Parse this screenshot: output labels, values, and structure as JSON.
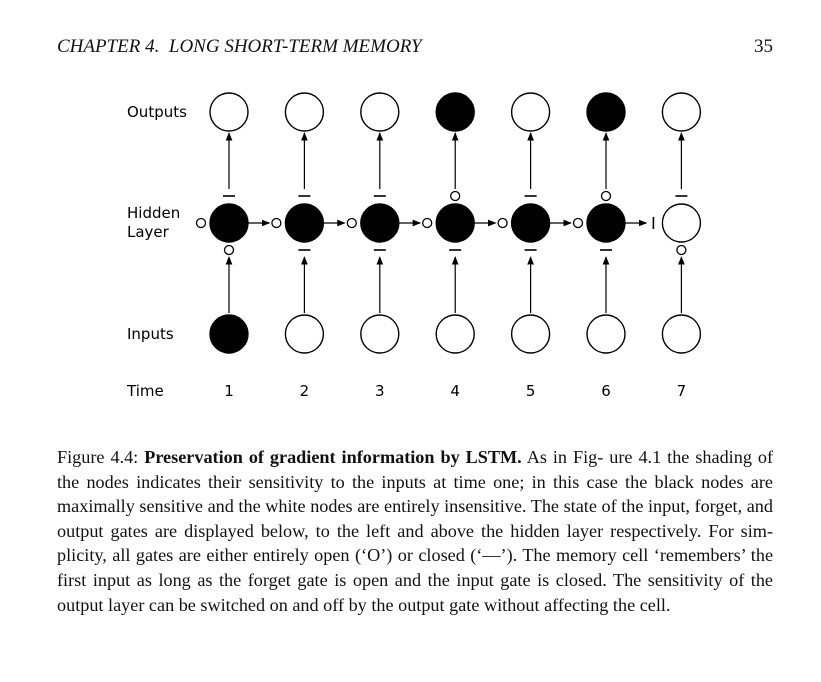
{
  "header": {
    "chapter": "CHAPTER 4.",
    "title": "LONG SHORT-TERM MEMORY",
    "page_number": "35"
  },
  "figure": {
    "row_labels": {
      "outputs": "Outputs",
      "hidden_line1": "Hidden",
      "hidden_line2": "Layer",
      "inputs": "Inputs",
      "time": "Time"
    },
    "gate_symbols": {
      "open": "O",
      "closed": "—"
    },
    "timesteps": [
      {
        "time": "1",
        "output_filled": false,
        "hidden_filled": true,
        "input_filled": true,
        "output_gate": "closed",
        "forget_gate": "open",
        "input_gate": "open"
      },
      {
        "time": "2",
        "output_filled": false,
        "hidden_filled": true,
        "input_filled": false,
        "output_gate": "closed",
        "forget_gate": "open",
        "input_gate": "closed"
      },
      {
        "time": "3",
        "output_filled": false,
        "hidden_filled": true,
        "input_filled": false,
        "output_gate": "closed",
        "forget_gate": "open",
        "input_gate": "closed"
      },
      {
        "time": "4",
        "output_filled": true,
        "hidden_filled": true,
        "input_filled": false,
        "output_gate": "open",
        "forget_gate": "open",
        "input_gate": "closed"
      },
      {
        "time": "5",
        "output_filled": false,
        "hidden_filled": true,
        "input_filled": false,
        "output_gate": "closed",
        "forget_gate": "open",
        "input_gate": "closed"
      },
      {
        "time": "6",
        "output_filled": true,
        "hidden_filled": true,
        "input_filled": false,
        "output_gate": "open",
        "forget_gate": "open",
        "input_gate": "closed"
      },
      {
        "time": "7",
        "output_filled": false,
        "hidden_filled": false,
        "input_filled": false,
        "output_gate": "closed",
        "forget_gate": "closed",
        "input_gate": "open"
      }
    ],
    "colors": {
      "filled": "#000000",
      "empty": "#ffffff",
      "stroke": "#000000"
    }
  },
  "caption": {
    "label": "Figure 4.4:",
    "title": "Preservation of gradient information by LSTM.",
    "lines": [
      "As in Fig-",
      "ure 4.1 the shading of the nodes indicates their sensitivity to the inputs at time",
      "one; in this case the black nodes are maximally sensitive and the white nodes",
      "are entirely insensitive.  The state of the input, forget, and output gates are",
      "displayed below, to the left and above the hidden layer respectively.  For sim-",
      "plicity, all gates are either entirely open (‘O’) or closed (‘—’).  The memory cell",
      "‘remembers’ the first input as long as the forget gate is open and the input gate",
      "is closed.  The sensitivity of the output layer can be switched on and off by the",
      "output gate without affecting the cell."
    ]
  }
}
